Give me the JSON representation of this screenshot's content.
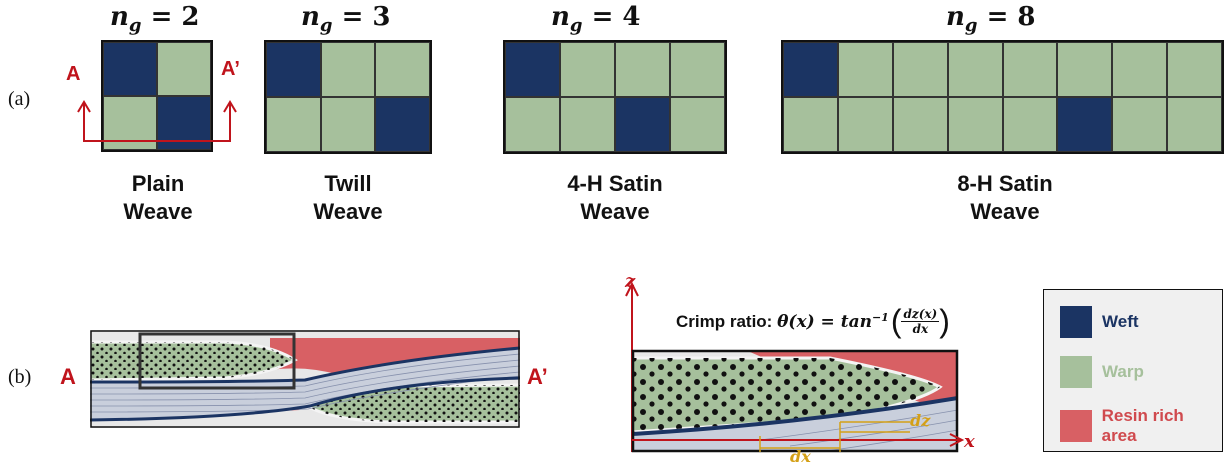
{
  "panel_a": {
    "label": "(a)",
    "weaves": [
      {
        "ng_symbol": "n",
        "ng_sub": "g",
        "ng_value": "= 2",
        "name": "Plain\nWeave",
        "cols": 2,
        "pattern": [
          [
            "weft",
            "warp"
          ],
          [
            "warp",
            "weft"
          ]
        ]
      },
      {
        "ng_symbol": "n",
        "ng_sub": "g",
        "ng_value": "= 3",
        "name": "Twill\nWeave",
        "cols": 3,
        "pattern": [
          [
            "weft",
            "warp",
            "warp"
          ],
          [
            "warp",
            "warp",
            "weft"
          ]
        ]
      },
      {
        "ng_symbol": "n",
        "ng_sub": "g",
        "ng_value": "= 4",
        "name": "4-H Satin\nWeave",
        "cols": 4,
        "pattern": [
          [
            "weft",
            "warp",
            "warp",
            "warp"
          ],
          [
            "warp",
            "warp",
            "weft",
            "warp"
          ]
        ]
      },
      {
        "ng_symbol": "n",
        "ng_sub": "g",
        "ng_value": "= 8",
        "name": "8-H Satin\nWeave",
        "cols": 8,
        "pattern": [
          [
            "weft",
            "warp",
            "warp",
            "warp",
            "warp",
            "warp",
            "warp",
            "warp"
          ],
          [
            "warp",
            "warp",
            "warp",
            "warp",
            "warp",
            "weft",
            "warp",
            "warp"
          ]
        ]
      }
    ],
    "section_left": "A",
    "section_right": "A’"
  },
  "panel_b": {
    "label": "(b)",
    "section_left": "A",
    "section_right": "A’",
    "crimp_label": "Crimp ratio:",
    "crimp_formula": "θ(x) = tan",
    "crimp_exp": "−1",
    "crimp_num": "dz(x)",
    "crimp_den": "dx",
    "axis_z": "z",
    "axis_x": "x",
    "dz_label": "dz",
    "dx_label": "dx"
  },
  "legend": {
    "items": [
      {
        "label": "Weft",
        "color": "#1b3463",
        "text_color": "#1b3463"
      },
      {
        "label": "Warp",
        "color": "#a6c09c",
        "text_color": "#a6c09c"
      },
      {
        "label": "Resin rich area",
        "color": "#d86064",
        "text_color": "#d04a4e"
      }
    ]
  },
  "colors": {
    "weft": "#1b3463",
    "warp": "#a6c09c",
    "resin": "#d86064",
    "accent_red": "#c0141c",
    "gold": "#d4a017"
  }
}
